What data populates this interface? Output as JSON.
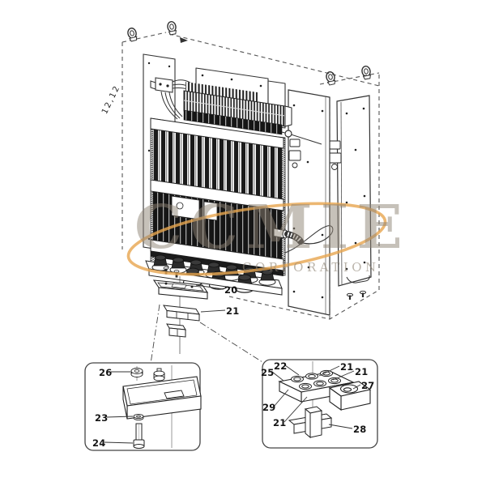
{
  "figure": {
    "kind": "exploded-parts-diagram",
    "background": "#ffffff",
    "line_color": "#222222"
  },
  "watermark": {
    "brand": "CCMIE",
    "subtitle": "CORPORATION",
    "accent_color": "#E8A64F",
    "text_color": "#8F8475"
  },
  "main_view": {
    "dimension_label": "12,12",
    "callouts": [
      {
        "label": "20"
      },
      {
        "label": "21"
      }
    ]
  },
  "inset_left": {
    "callouts": [
      {
        "label": "26"
      },
      {
        "label": "23"
      },
      {
        "label": "24"
      }
    ]
  },
  "inset_right": {
    "callouts": [
      {
        "label": "22"
      },
      {
        "label": "21"
      },
      {
        "label": "25"
      },
      {
        "label": "21"
      },
      {
        "label": "27"
      },
      {
        "label": "29"
      },
      {
        "label": "21"
      },
      {
        "label": "28"
      }
    ]
  }
}
